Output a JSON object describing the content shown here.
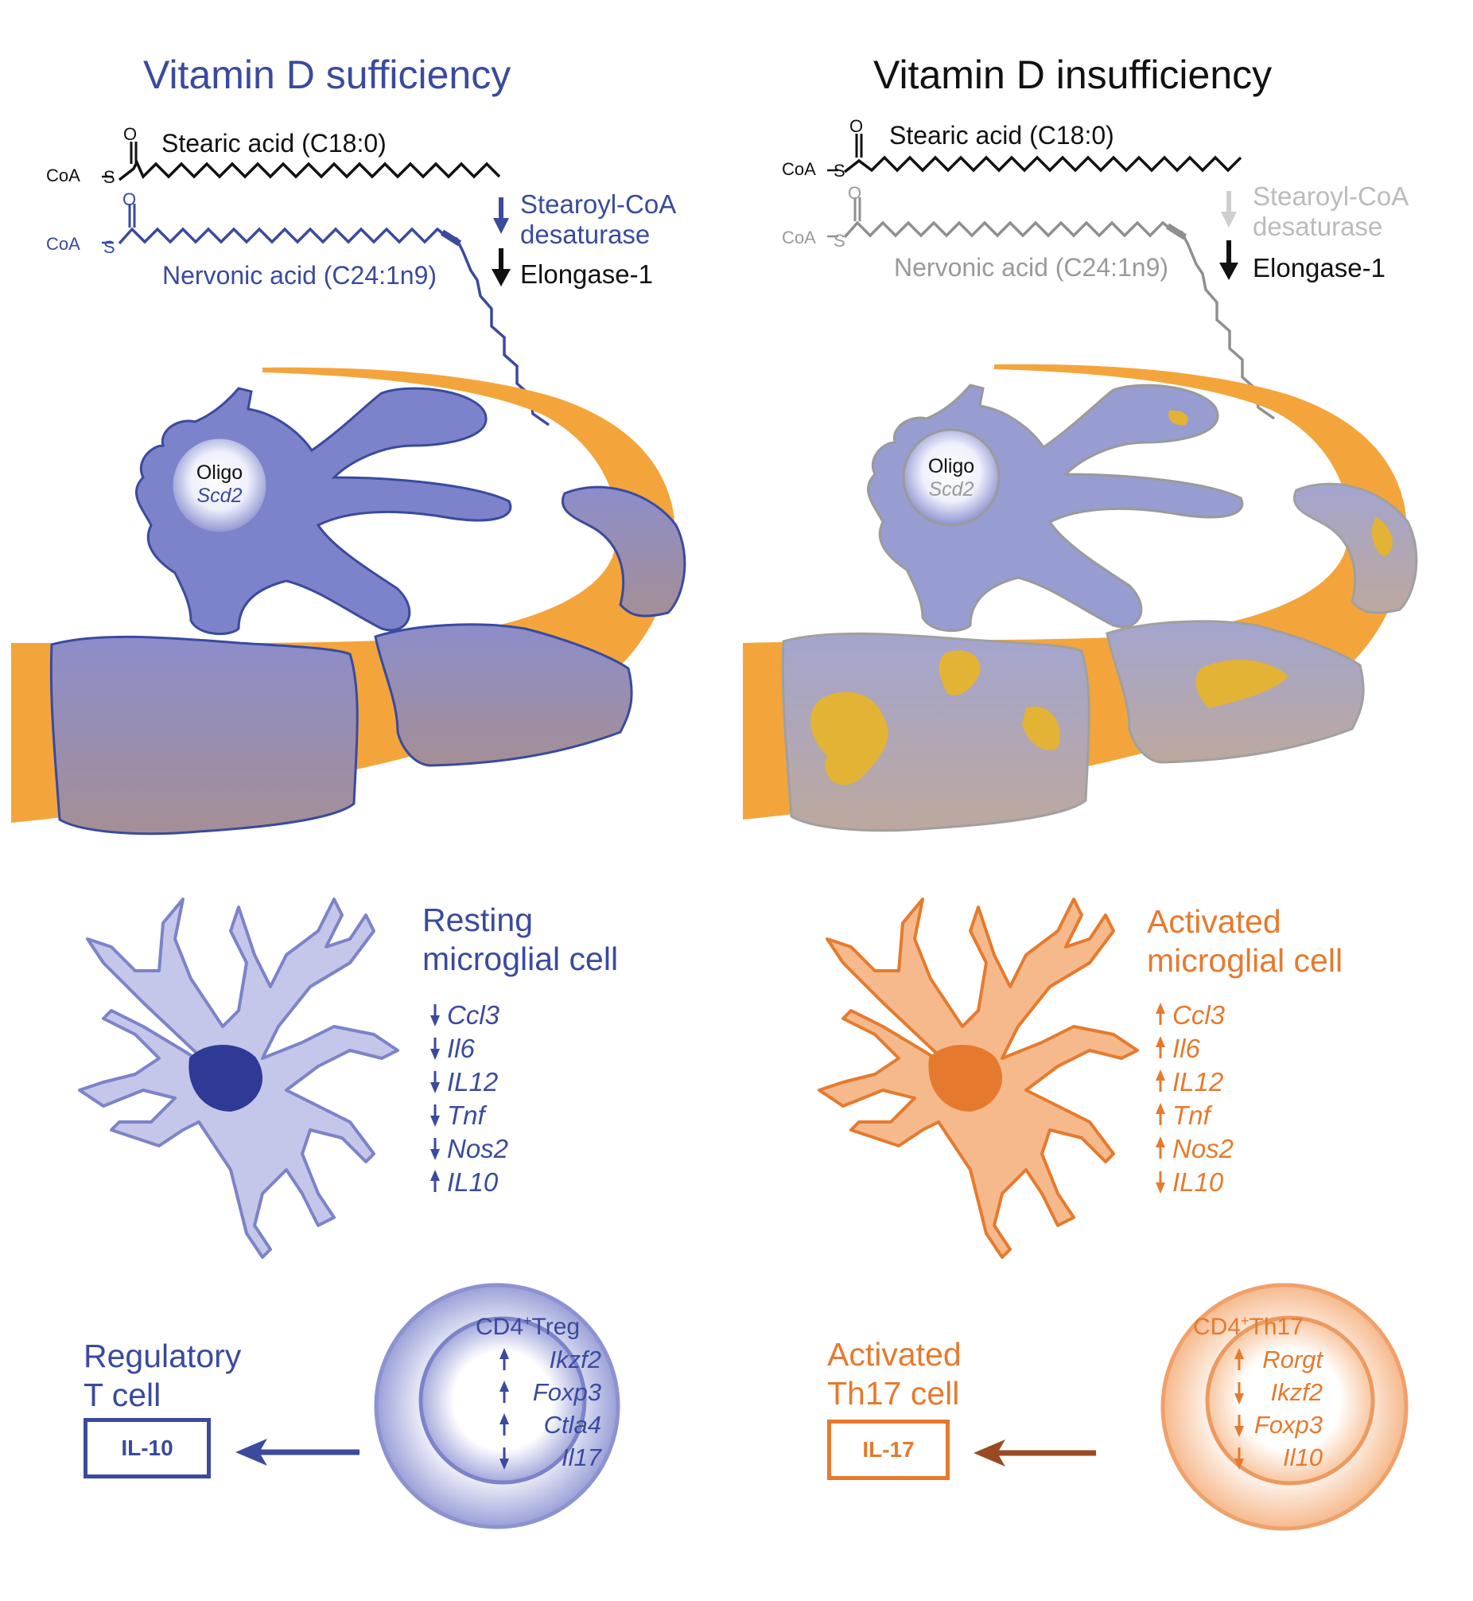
{
  "colors": {
    "blue": "#3a4a9e",
    "orange": "#e57a2e",
    "axon": "#f3a53c",
    "grey": "#8f8f8f"
  },
  "left": {
    "title": "Vitamin D sufficiency",
    "stearic": {
      "label": "Stearic acid (C18:0)",
      "coa": "CoA",
      "s": "S",
      "o": "O"
    },
    "nervonic": {
      "label": "Nervonic acid (C24:1n9)",
      "coa": "CoA",
      "s": "S",
      "o": "O"
    },
    "enzyme1": {
      "line1": "Stearoyl-CoA",
      "line2": "desaturase",
      "direction": "down"
    },
    "enzyme2": {
      "label": "Elongase-1",
      "direction": "down"
    },
    "oligo": {
      "label": "Oligo",
      "gene": "Scd2"
    },
    "microglia": {
      "title_line1": "Resting",
      "title_line2": "microglial cell",
      "genes": [
        {
          "name": "Ccl3",
          "direction": "down"
        },
        {
          "name": "Il6",
          "direction": "down"
        },
        {
          "name": "IL12",
          "direction": "down"
        },
        {
          "name": "Tnf",
          "direction": "down"
        },
        {
          "name": "Nos2",
          "direction": "down"
        },
        {
          "name": "IL10",
          "direction": "up"
        }
      ]
    },
    "tcell": {
      "header_prefix": "CD4",
      "header_sup": "+",
      "header_suffix": "Treg",
      "genes": [
        {
          "name": "Ikzf2",
          "direction": "up"
        },
        {
          "name": "Foxp3",
          "direction": "up"
        },
        {
          "name": "Ctla4",
          "direction": "up"
        },
        {
          "name": "Il17",
          "direction": "down"
        }
      ],
      "label_line1": "Regulatory",
      "label_line2": "T cell",
      "cytokine": "IL-10"
    }
  },
  "right": {
    "title": "Vitamin D insufficiency",
    "stearic": {
      "label": "Stearic acid (C18:0)",
      "coa": "CoA",
      "s": "S",
      "o": "O"
    },
    "nervonic": {
      "label": "Nervonic acid (C24:1n9)",
      "coa": "CoA",
      "s": "S",
      "o": "O"
    },
    "enzyme1": {
      "line1": "Stearoyl-CoA",
      "line2": "desaturase",
      "direction": "down"
    },
    "enzyme2": {
      "label": "Elongase-1",
      "direction": "down"
    },
    "oligo": {
      "label": "Oligo",
      "gene": "Scd2"
    },
    "microglia": {
      "title_line1": "Activated",
      "title_line2": "microglial cell",
      "genes": [
        {
          "name": "Ccl3",
          "direction": "up"
        },
        {
          "name": "Il6",
          "direction": "up"
        },
        {
          "name": "IL12",
          "direction": "up"
        },
        {
          "name": "Tnf",
          "direction": "up"
        },
        {
          "name": "Nos2",
          "direction": "up"
        },
        {
          "name": "IL10",
          "direction": "down"
        }
      ]
    },
    "tcell": {
      "header_prefix": "CD4",
      "header_sup": "+",
      "header_suffix": "Th17",
      "genes": [
        {
          "name": "Rorgt",
          "direction": "up"
        },
        {
          "name": "Ikzf2",
          "direction": "down"
        },
        {
          "name": "Foxp3",
          "direction": "down"
        },
        {
          "name": "Il10",
          "direction": "down"
        }
      ],
      "label_line1": "Activated",
      "label_line2": "Th17 cell",
      "cytokine": "IL-17"
    }
  }
}
